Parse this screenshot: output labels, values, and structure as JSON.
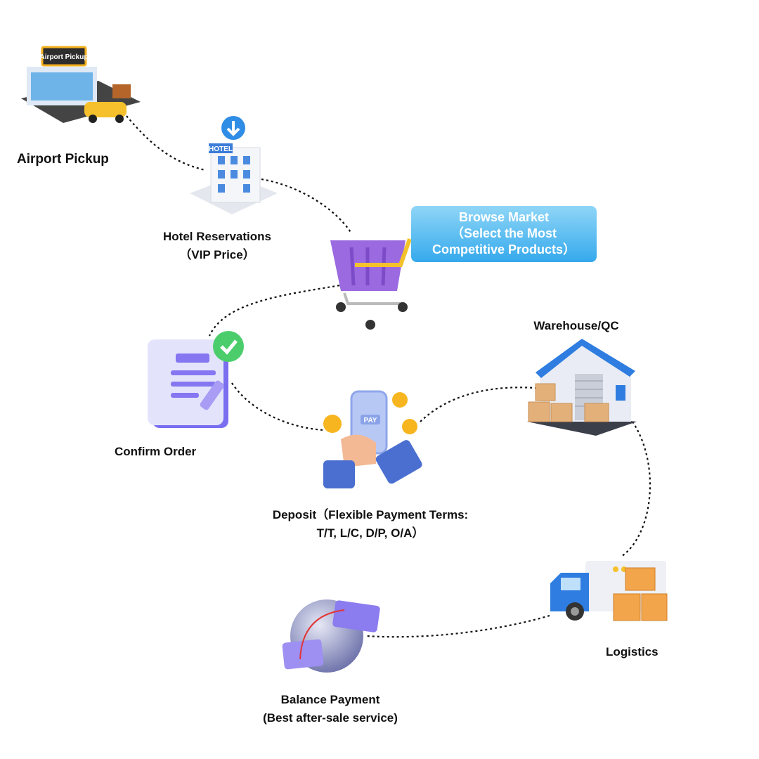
{
  "steps": {
    "airport": {
      "label": "Airport Pickup",
      "sign": "Airport Pickup"
    },
    "hotel": {
      "line1": "Hotel Reservations",
      "line2": "（VIP Price）",
      "sign": "HOTEL"
    },
    "browse": {
      "line1": "Browse Market",
      "line2": "（Select the Most",
      "line3": "Competitive Products）"
    },
    "confirm": {
      "label": "Confirm Order"
    },
    "deposit": {
      "line1": "Deposit（Flexible Payment Terms:",
      "line2": "T/T, L/C, D/P, O/A）",
      "phone_text": "PAY"
    },
    "warehouse": {
      "label": "Warehouse/QC"
    },
    "logistics": {
      "label": "Logistics"
    },
    "balance": {
      "line1": "Balance Payment",
      "line2": "(Best after-sale service)"
    }
  },
  "colors": {
    "accent_blue": "#35a9ec",
    "cart_purple": "#9b6ae0",
    "dots": "#111111"
  }
}
